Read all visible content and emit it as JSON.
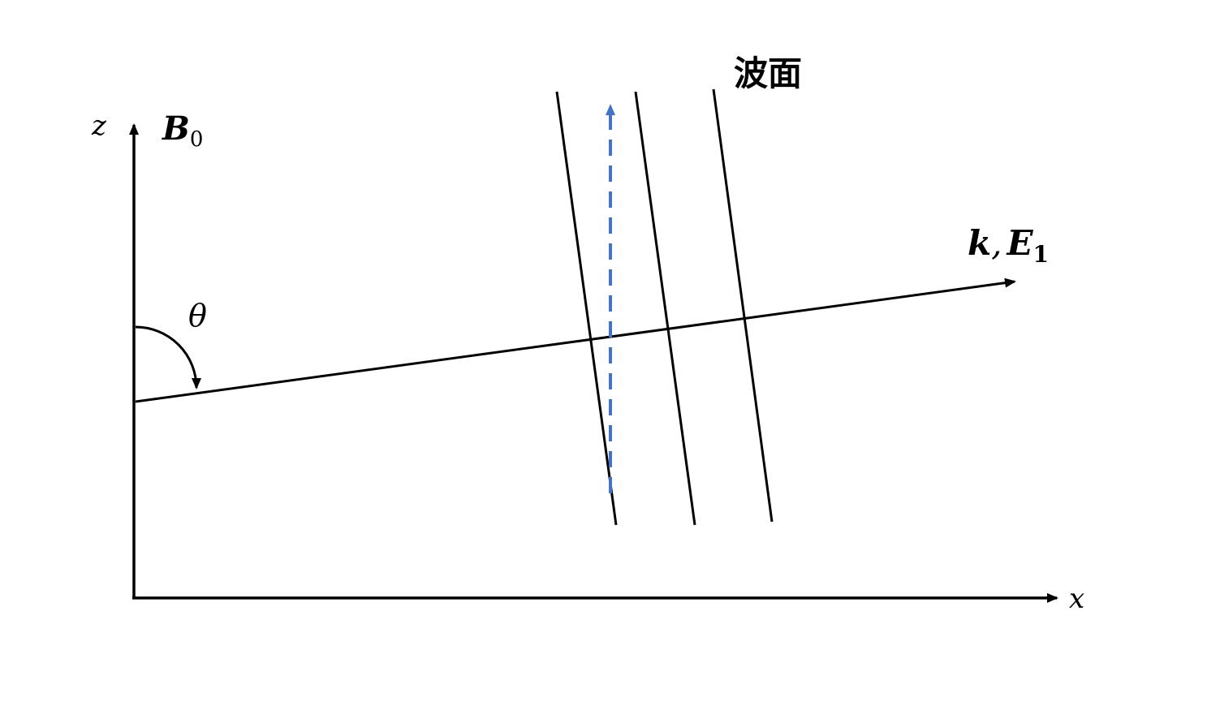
{
  "labels": {
    "z_axis": "z",
    "x_axis": "x",
    "b_field": "B",
    "b_field_sub": "0",
    "angle": "θ",
    "k_vector": "k",
    "k_separator": ",",
    "e_field": "E",
    "e_field_sub": "1",
    "wavefront": "波面"
  },
  "colors": {
    "line": "#000000",
    "dashed_arrow": "#4472c4",
    "background": "#ffffff"
  }
}
